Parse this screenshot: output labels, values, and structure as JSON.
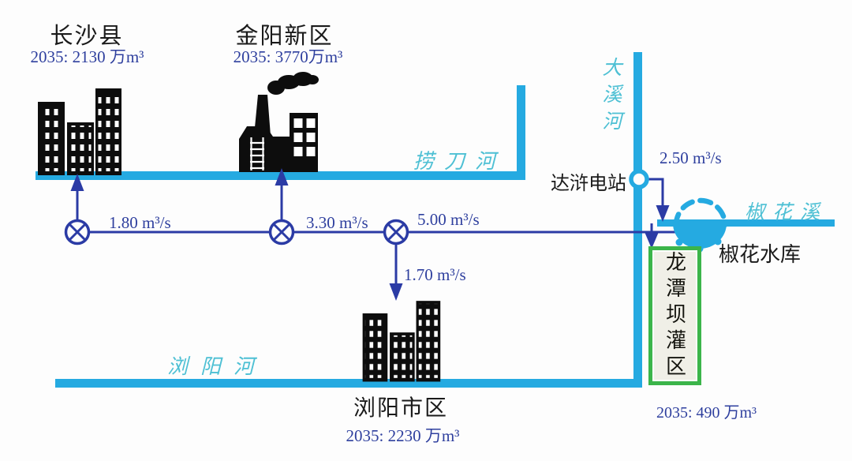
{
  "diagram": {
    "cities": [
      {
        "name": "长沙县",
        "demand": "2035: 2130 万m³"
      },
      {
        "name": "金阳新区",
        "demand": "2035: 3770万m³"
      },
      {
        "name": "浏阳市区",
        "demand": "2035: 2230 万m³"
      }
    ],
    "rivers": {
      "laodao": "捞刀河",
      "daxi": "大溪河",
      "jiaohua": "椒花溪",
      "liuyang": "浏阳河"
    },
    "station": {
      "name": "达浒电站",
      "release_flow": "2.50 m³/s"
    },
    "reservoir": {
      "name": "椒花水库"
    },
    "irrigation_area": {
      "name": "龙潭坝灌区",
      "demand": "2035: 490 万m³"
    },
    "flows": {
      "to_changsha": "1.80 m³/s",
      "to_jinyang": "3.30 m³/s",
      "main_to_reservoir": "5.00 m³/s",
      "to_liuyang": "1.70 m³/s"
    },
    "colors": {
      "river": "#25AAE1",
      "flow_line": "#2B3BA5",
      "river_label": "#4EC0D4",
      "irrigation_border": "#3BB54A",
      "demand_text": "#2E3F9E",
      "city_text": "#1a1a1a"
    }
  }
}
